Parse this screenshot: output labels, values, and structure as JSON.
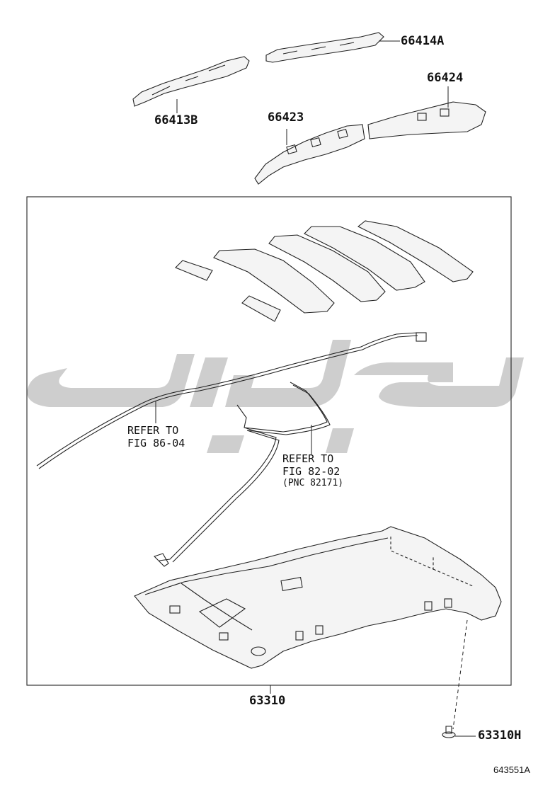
{
  "diagram": {
    "part_labels": {
      "p66414a": "66414A",
      "p66413b": "66413B",
      "p66424": "66424",
      "p66423": "66423",
      "p63310": "63310",
      "p63310h": "63310H"
    },
    "references": {
      "ref1_line1": "REFER TO",
      "ref1_line2": "FIG 86-04",
      "ref2_line1": "REFER TO",
      "ref2_line2": "FIG 82-02",
      "ref2_line3": "(PNC 82171)"
    },
    "illustration_code": "643551A"
  }
}
